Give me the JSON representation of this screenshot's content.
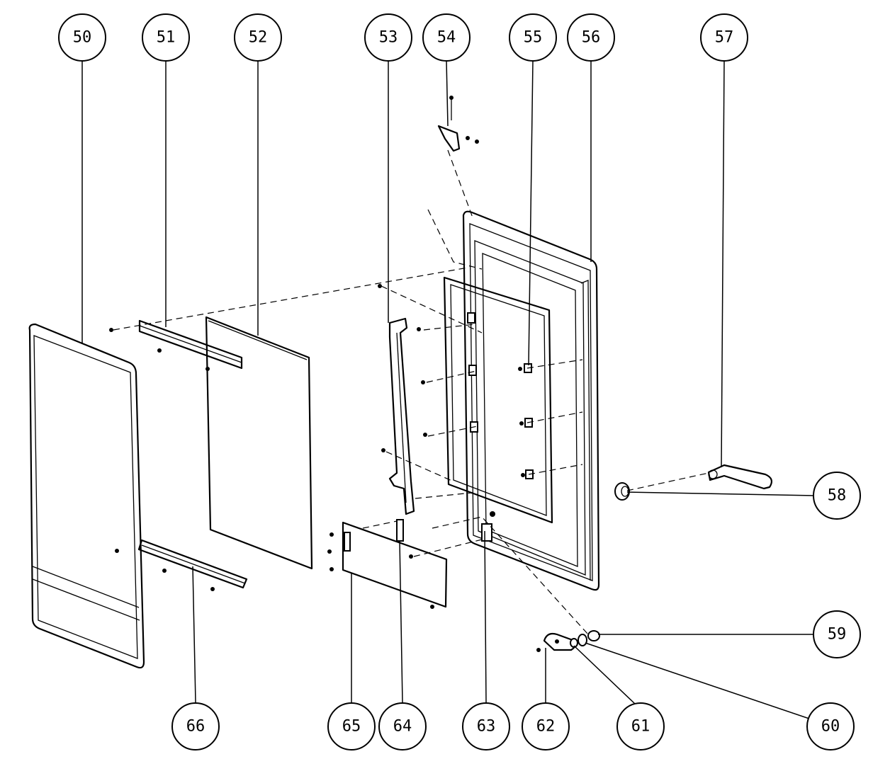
{
  "callouts": {
    "c50": "50",
    "c51": "51",
    "c52": "52",
    "c53": "53",
    "c54": "54",
    "c55": "55",
    "c56": "56",
    "c57": "57",
    "c58": "58",
    "c59": "59",
    "c60": "60",
    "c61": "61",
    "c62": "62",
    "c63": "63",
    "c64": "64",
    "c65": "65",
    "c66": "66"
  }
}
